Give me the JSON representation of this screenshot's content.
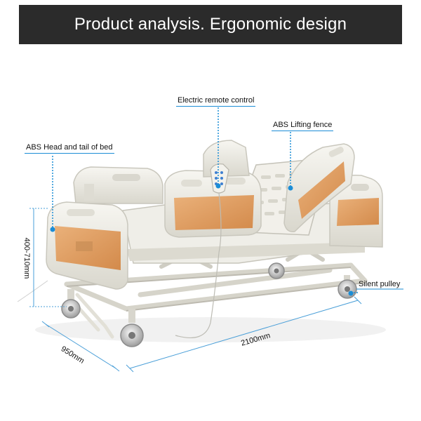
{
  "banner": {
    "title": "Product analysis. Ergonomic design"
  },
  "callouts": {
    "remote": "Electric remote control",
    "fence": "ABS Lifting fence",
    "head_tail": "ABS Head and tail of bed",
    "pulley": "Silent pulley"
  },
  "dimensions": {
    "height": "400-710mm",
    "width": "950mm",
    "length": "2100mm"
  },
  "colors": {
    "banner_bg": "#2b2b2b",
    "accent_line": "#1b8dd6",
    "panel_orange": "#e4a463",
    "frame_white": "#ecebe4"
  }
}
